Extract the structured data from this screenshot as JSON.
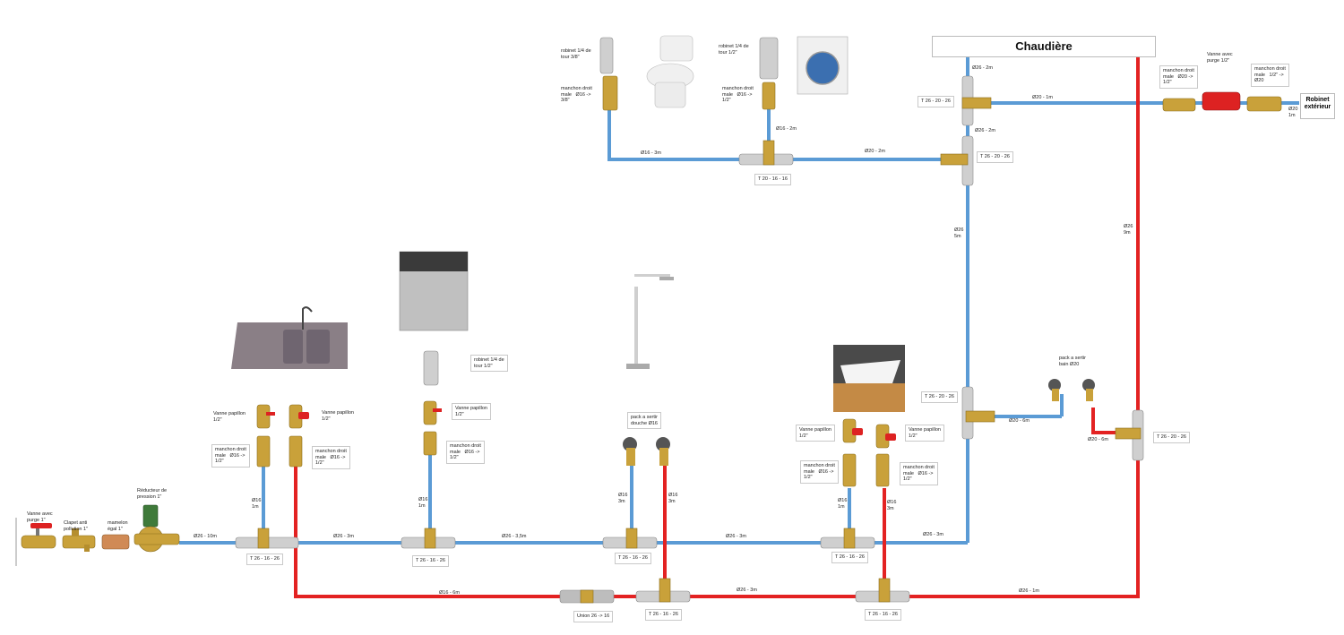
{
  "boiler": {
    "title": "Chaudière"
  },
  "exterior": {
    "title": "Robinet\nextérieur"
  },
  "fittings": {
    "t_main_1": "T 26 - 16 - 26",
    "t_main_2": "T 26 - 16 - 26",
    "t_main_3": "T 26 - 16 - 26",
    "t_main_4": "T 26 - 16 - 26",
    "t_hot_1": "T 26 - 16 - 26",
    "t_hot_2": "T 26 - 16 - 26",
    "union": "Union 26 -> 16",
    "t_upper_left": "T 20 - 16 - 16",
    "t_boiler_top": "T 26 - 20 - 26",
    "t_boiler_mid": "T 26 - 20 - 26",
    "t_right_blue": "T 26 - 20 - 26",
    "t_right_red": "T 26 - 20 - 26"
  },
  "pipes": {
    "p_26_10m": "Ø26 - 10m",
    "p_26_3m_a": "Ø26 - 3m",
    "p_26_35m": "Ø26 - 3,5m",
    "p_26_3m_b": "Ø26 - 3m",
    "p_26_3m_c": "Ø26 - 3m",
    "p_16_6m": "Ø16 - 6m",
    "p_26_3m_hot": "Ø26 - 3m",
    "p_26_1m_hot": "Ø26 - 1m",
    "p_16_3m_wc": "Ø16 - 3m",
    "p_20_2m": "Ø20 - 2m",
    "p_16_2m": "Ø16 - 2m",
    "p_26_2m_top": "Ø26 - 2m",
    "p_26_2m_mid": "Ø26 - 2m",
    "p_20_1m": "Ø20 - 1m",
    "p_26_5m": "Ø26\n5m",
    "p_26_9m": "Ø26\n9m",
    "p_20_6m": "Ø20 - 6m",
    "p_20_6m_red": "Ø20 - 6m",
    "p_20_1m_ext": "Ø20\n1m",
    "v_16_1m_a": "Ø16\n1m",
    "v_16_1m_b": "Ø16\n1m",
    "v_16_3m_a": "Ø16\n3m",
    "v_16_3m_b": "Ø16\n3m",
    "v_16_1m_c": "Ø16\n1m",
    "v_16_3m_c": "Ø16\n3m"
  },
  "components": {
    "vanne_purge": "Vanne avec\npurge 1\"",
    "clapet": "Clapet anti\npollution 1\"",
    "mamelon": "mamelon\négal 1\"",
    "reducteur": "Réducteur de\npression 1\"",
    "vp_sink_l": "Vanne papillon\n1/2\"",
    "vp_sink_r": "Vanne papillon\n1/2\"",
    "mm_sink_l": "manchon droit\nmale   Ø16 ->\n1/2\"",
    "mm_sink_r": "manchon droit\nmale   Ø16 ->\n1/2\"",
    "robinet_dw": "robinet 1/4 de\ntour 1/2\"",
    "vp_dw": "Vanne papillon\n1/2\"",
    "mm_dw": "manchon droit\nmale   Ø16 ->\n1/2\"",
    "pack_shower": "pack a sertir\ndouche Ø16",
    "vp_basin_l": "Vanne papillon\n1/2\"",
    "vp_basin_r": "Vanne papillon\n1/2\"",
    "mm_basin_l": "manchon droit\nmale   Ø16 ->\n1/2\"",
    "mm_basin_r": "manchon droit\nmale   Ø16 ->\n1/2\"",
    "pack_bath": "pack a sertir\nbain Ø20",
    "robinet_wc": "robinet 1/4 de\ntour 3/8\"",
    "mm_wc": "manchon droit\nmale   Ø16 ->\n3/8\"",
    "robinet_wm": "robinet 1/4 de\ntour 1/2\"",
    "mm_wm": "manchon droit\nmale   Ø16 ->\n1/2\"",
    "mm_ext_l": "manchon droit\nmale   Ø20 ->\n1/2\"",
    "vanne_ext": "Vanne avec\npurge 1/2\"",
    "mm_ext_r": "manchon droit\nmale   1/2\" ->\nØ20"
  },
  "colors": {
    "cold": "#5b9bd5",
    "hot": "#e32222",
    "brass": "#c9a13a",
    "chrome": "#c8c8c8"
  }
}
